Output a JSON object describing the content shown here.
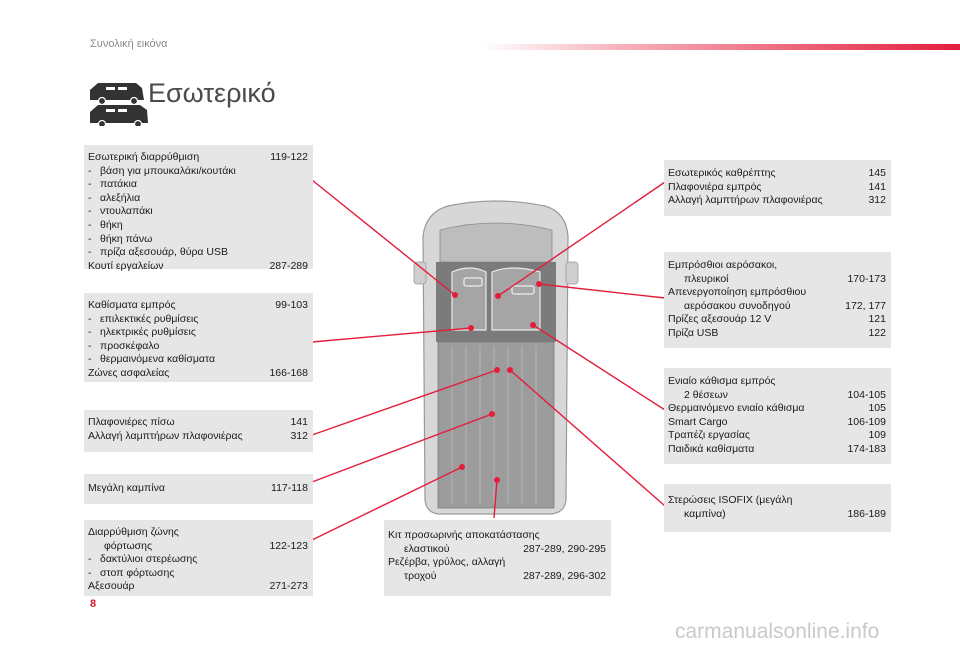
{
  "header": {
    "section": "Συνολική εικόνα"
  },
  "page_title": "Εσωτερικό",
  "page_number": "8",
  "watermark": "carmanualsonline.info",
  "accent_color": "#e31d3c",
  "left_boxes": {
    "arrangement": {
      "title": "Εσωτερική διαρρύθμιση",
      "title_pages": "119-122",
      "items": [
        "βάση για μπουκαλάκι/κουτάκι",
        "πατάκια",
        "αλεξήλια",
        "ντουλαπάκι",
        "θήκη",
        "θήκη πάνω",
        "πρίζα αξεσουάρ, θύρα USB"
      ],
      "footer": "Κουτί εργαλείων",
      "footer_pages": "287-289"
    },
    "front_seats": {
      "title": "Καθίσματα εμπρός",
      "title_pages": "99-103",
      "items": [
        "επιλεκτικές ρυθμίσεις",
        "ηλεκτρικές ρυθμίσεις",
        "προσκέφαλο",
        "θερμαινόμενα καθίσματα"
      ],
      "footer": "Ζώνες ασφαλείας",
      "footer_pages": "166-168"
    },
    "rear_lamps": {
      "line1": "Πλαφονιέρες πίσω",
      "line1_pages": "141",
      "line2": "Αλλαγή λαμπτήρων πλαφονιέρας",
      "line2_pages": "312"
    },
    "large_cabin": {
      "line1": "Μεγάλη καμπίνα",
      "line1_pages": "117-118"
    },
    "cargo": {
      "title_a": "Διαρρύθμιση ζώνης",
      "title_b": "φόρτωσης",
      "title_pages": "122-123",
      "items": [
        "δακτύλιοι στερέωσης",
        "στοπ φόρτωσης"
      ],
      "footer": "Αξεσουάρ",
      "footer_pages": "271-273"
    }
  },
  "bottom_box": {
    "line1_a": "Κιτ προσωρινής αποκατάστασης",
    "line1_b": "ελαστικού",
    "line1_pages": "287-289, 290-295",
    "line2_a": "Ρεζέρβα, γρύλος, αλλαγή",
    "line2_b": "τροχού",
    "line2_pages": "287-289, 296-302"
  },
  "right_boxes": {
    "mirror": {
      "line1": "Εσωτερικός καθρέπτης",
      "line1_pages": "145",
      "line2": "Πλαφονιέρα εμπρός",
      "line2_pages": "141",
      "line3": "Αλλαγή λαμπτήρων πλαφονιέρας",
      "line3_pages": "312"
    },
    "airbags": {
      "line1_a": "Εμπρόσθιοι αερόσακοι,",
      "line1_b": "πλευρικοί",
      "line1_pages": "170-173",
      "line2_a": "Απενεργοποίηση εμπρόσθιου",
      "line2_b": "αερόσακου συνοδηγού",
      "line2_pages": "172, 177",
      "line3": "Πρίζες αξεσουάρ 12 V",
      "line3_pages": "121",
      "line4": "Πρίζα USB",
      "line4_pages": "122"
    },
    "bench": {
      "line1_a": "Ενιαίο κάθισμα εμπρός",
      "line1_b": "2 θέσεων",
      "line1_pages": "104-105",
      "line2": "Θερμαινόμενο ενιαίο κάθισμα",
      "line2_pages": "105",
      "line3": "Smart Cargo",
      "line3_pages": "106-109",
      "line4": "Τραπέζι εργασίας",
      "line4_pages": "109",
      "line5": "Παιδικά καθίσματα",
      "line5_pages": "174-183"
    },
    "isofix": {
      "line1_a": "Στερώσεις ISOFIX (μεγάλη",
      "line1_b": "καμπίνα)",
      "line1_pages": "186-189"
    }
  }
}
